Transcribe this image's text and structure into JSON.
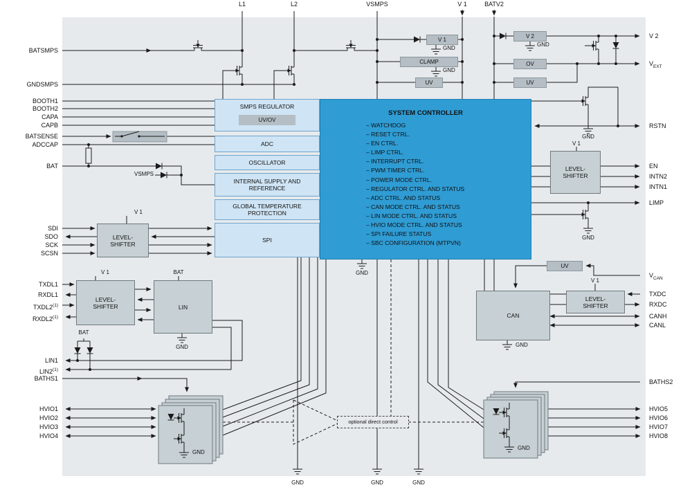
{
  "labels": {
    "gnd": "GND",
    "v1": "V 1",
    "bat": "BAT",
    "vsmps": "VSMPS",
    "optional_control": "optional direct control"
  },
  "pins": {
    "top": [
      {
        "label": "L1"
      },
      {
        "label": "L2"
      },
      {
        "label": "VSMPS"
      },
      {
        "label": "V 1"
      },
      {
        "label": "BATV2"
      }
    ],
    "left": [
      {
        "label": "BATSMPS"
      },
      {
        "label": "GNDSMPS"
      },
      {
        "label": "BOOTH1"
      },
      {
        "label": "BOOTH2"
      },
      {
        "label": "CAPA"
      },
      {
        "label": "CAPB"
      },
      {
        "label": "BATSENSE"
      },
      {
        "label": "ADCCAP"
      },
      {
        "label": "BAT"
      },
      {
        "label": "SDI"
      },
      {
        "label": "SDO"
      },
      {
        "label": "SCK"
      },
      {
        "label": "SCSN"
      },
      {
        "label": "TXDL1"
      },
      {
        "label": "RXDL1"
      },
      {
        "label": "TXDL2",
        "sup": "(1)"
      },
      {
        "label": "RXDL2",
        "sup": "(1)"
      },
      {
        "label": "LIN1"
      },
      {
        "label": "LIN2",
        "sup": "(1)"
      },
      {
        "label": "BATHS1"
      },
      {
        "label": "HVIO1"
      },
      {
        "label": "HVIO2"
      },
      {
        "label": "HVIO3"
      },
      {
        "label": "HVIO4"
      }
    ],
    "right": [
      {
        "label": "V 2"
      },
      {
        "label": "V",
        "sub": "EXT"
      },
      {
        "label": "RSTN"
      },
      {
        "label": "EN"
      },
      {
        "label": "INTN2"
      },
      {
        "label": "INTN1"
      },
      {
        "label": "LIMP"
      },
      {
        "label": "V",
        "sub": "CAN"
      },
      {
        "label": "TXDC"
      },
      {
        "label": "RXDC"
      },
      {
        "label": "CANH"
      },
      {
        "label": "CANL"
      },
      {
        "label": "BATHS2"
      },
      {
        "label": "HVIO5"
      },
      {
        "label": "HVIO6"
      },
      {
        "label": "HVIO7"
      },
      {
        "label": "HVIO8"
      }
    ]
  },
  "blocks": {
    "smps": {
      "title": "SMPS REGULATOR",
      "badge": "UV/OV"
    },
    "adc": {
      "title": "ADC"
    },
    "oscillator": {
      "title": "OSCILLATOR"
    },
    "supply": {
      "title": "INTERNAL SUPPLY AND REFERENCE"
    },
    "temp": {
      "title": "GLOBAL TEMPERATURE PROTECTION"
    },
    "spi": {
      "title": "SPI"
    },
    "level_shifter": {
      "title": "LEVEL-SHIFTER"
    },
    "lin": {
      "title": "LIN"
    },
    "can": {
      "title": "CAN"
    },
    "controller": {
      "title": "SYSTEM CONTROLLER",
      "items": [
        "– WATCHDOG",
        "– RESET CTRL.",
        "– EN CTRL.",
        "– LIMP CTRL.",
        "– INTERRUPT CTRL.",
        "– PWM TIMER CTRL.",
        "– POWER MODE CTRL.",
        "– REGULATOR CTRL. AND STATUS",
        "– ADC CTRL. AND STATUS",
        "– CAN MODE CTRL. AND STATUS",
        "– LIN MODE CTRL. AND STATUS",
        "– HVIO MODE CTRL. AND STATUS",
        "– SPI FAILURE STATUS",
        "– SBC CONFIGURATION (MTPVN)"
      ]
    },
    "small": {
      "v1": "V 1",
      "v2": "V 2",
      "clamp": "CLAMP",
      "ov": "OV",
      "uv": "UV"
    }
  }
}
